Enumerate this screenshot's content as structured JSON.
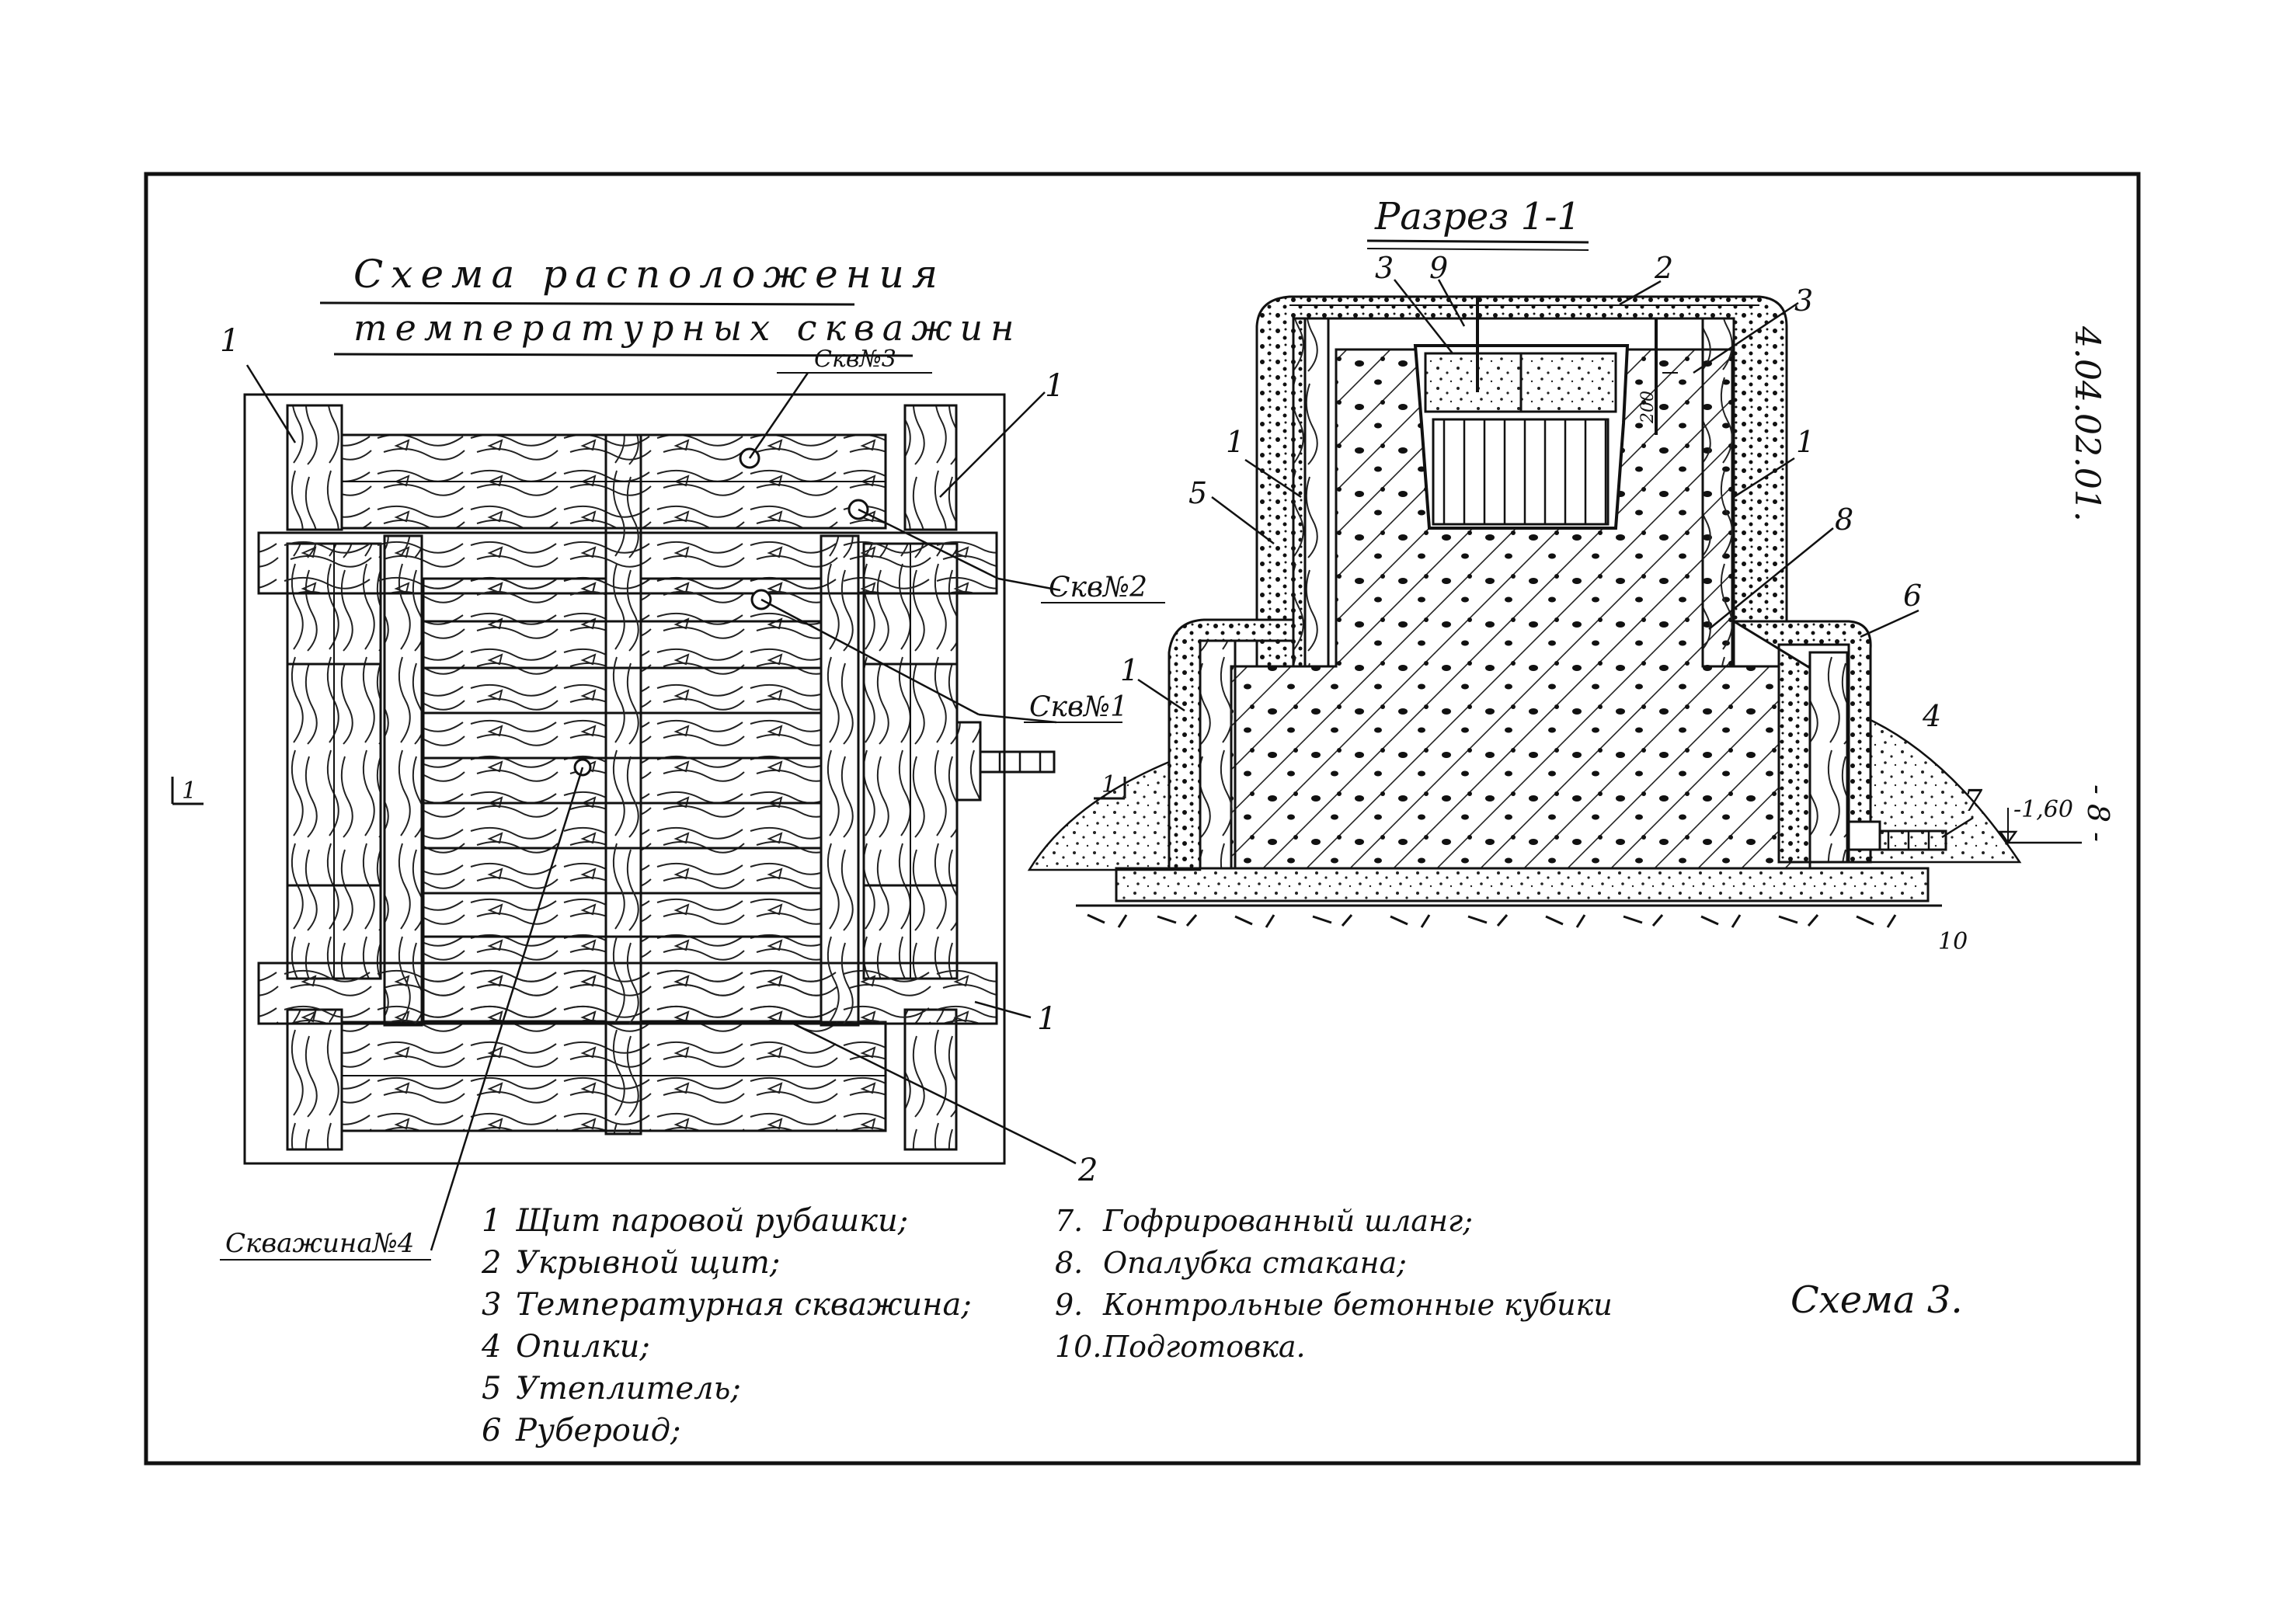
{
  "plan": {
    "title_line1": "Схема расположения",
    "title_line2": "температурных скважин",
    "wells": [
      "Скв№3",
      "Скв№2",
      "Скв№1",
      "Скважина№4"
    ],
    "callouts": [
      "1",
      "1",
      "1",
      "2"
    ],
    "section_mark_left": "1",
    "section_mark_right": "1"
  },
  "section": {
    "title": "Разрез 1-1",
    "callouts": [
      "3",
      "9",
      "2",
      "3",
      "1",
      "1",
      "5",
      "8",
      "6",
      "1",
      "4",
      "7",
      "10"
    ],
    "depth_small": "200",
    "elevation": "-1,60"
  },
  "legend_left": [
    {
      "num": "1",
      "text": "Щит паровой рубашки;"
    },
    {
      "num": "2",
      "text": "Укрывной щит;"
    },
    {
      "num": "3",
      "text": "Температурная скважина;"
    },
    {
      "num": "4",
      "text": "Опилки;"
    },
    {
      "num": "5",
      "text": "Утеплитель;"
    },
    {
      "num": "6",
      "text": "Рубероид;"
    }
  ],
  "legend_right": [
    {
      "num": "7.",
      "text": "Гофрированный шланг;"
    },
    {
      "num": "8.",
      "text": "Опалубка стакана;"
    },
    {
      "num": "9.",
      "text": "Контрольные бетонные кубики"
    },
    {
      "num": "10.",
      "text": "Подготовка."
    }
  ],
  "scheme_label": "Схема 3.",
  "doc_code": "4.04.02.01.",
  "page_number": "- 8 -"
}
